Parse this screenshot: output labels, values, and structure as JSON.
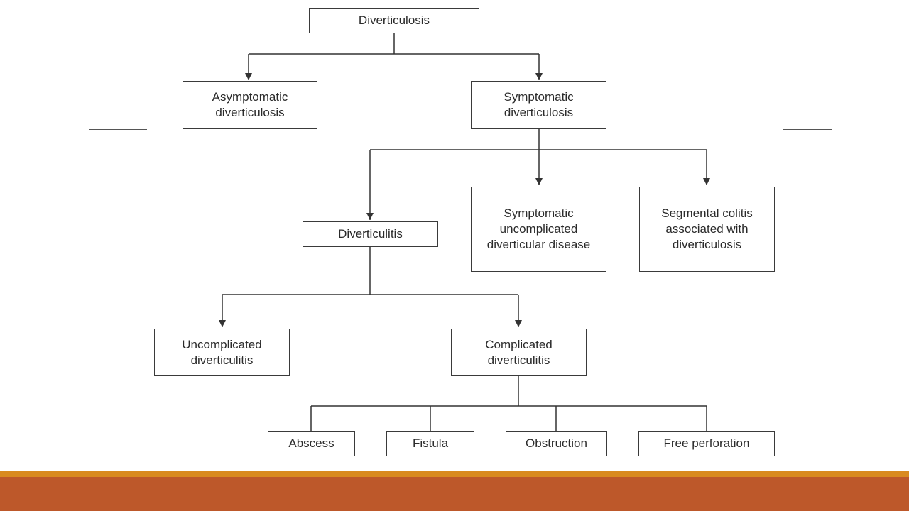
{
  "colors": {
    "box_border": "#3a3a3a",
    "connector": "#333333",
    "text": "#2b2b2b",
    "band_thin": "#d98a1f",
    "band_main": "#bd582a"
  },
  "nodes": {
    "diverticulosis": "Diverticulosis",
    "asymptomatic": "Asymptomatic\ndiverticulosis",
    "symptomatic": "Symptomatic\ndiverticulosis",
    "diverticulitis": "Diverticulitis",
    "symptomatic_uncomplicated": "Symptomatic\nuncomplicated\ndiverticular disease",
    "segmental_colitis": "Segmental colitis\nassociated with\ndiverticulosis",
    "uncomplicated_diverticulitis": "Uncomplicated\ndiverticulitis",
    "complicated_diverticulitis": "Complicated\ndiverticulitis",
    "abscess": "Abscess",
    "fistula": "Fistula",
    "obstruction": "Obstruction",
    "free_perforation": "Free perforation"
  }
}
